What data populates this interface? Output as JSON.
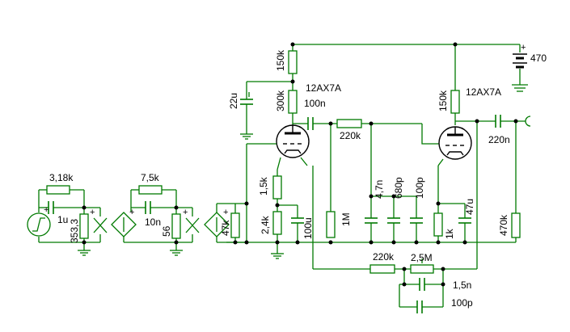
{
  "values": {
    "r_318k": "3,18k",
    "c_1u": "1u",
    "r_3533": "353,3",
    "r_75k": "7,5k",
    "c_10n": "10n",
    "r_56": "56",
    "r_47k": "47k",
    "r_15k": "1,5k",
    "r_24k": "2,4k",
    "c_100u": "100u",
    "c_22u": "22u",
    "r_150k_a": "150k",
    "r_300k": "300k",
    "tube_1": "12AX7A",
    "c_100n": "100n",
    "r_220k_a": "220k",
    "r_1m": "1M",
    "c_47n": "4,7n",
    "c_680p": "680p",
    "c_100p_a": "100p",
    "r_150k_b": "150k",
    "tube_2": "12AX7A",
    "c_220n": "220n",
    "r_1k": "1k",
    "c_47u": "47u",
    "r_470k": "470k",
    "supply": "470",
    "r_220k_b": "220k",
    "r_25m": "2,5M",
    "c_15n": "1,5n",
    "c_100p_b": "100p"
  },
  "signs": {
    "plus": "+",
    "minus": "-"
  },
  "colors": {
    "wire": "#007a00",
    "tube": "#000000",
    "background": "#ffffff"
  }
}
